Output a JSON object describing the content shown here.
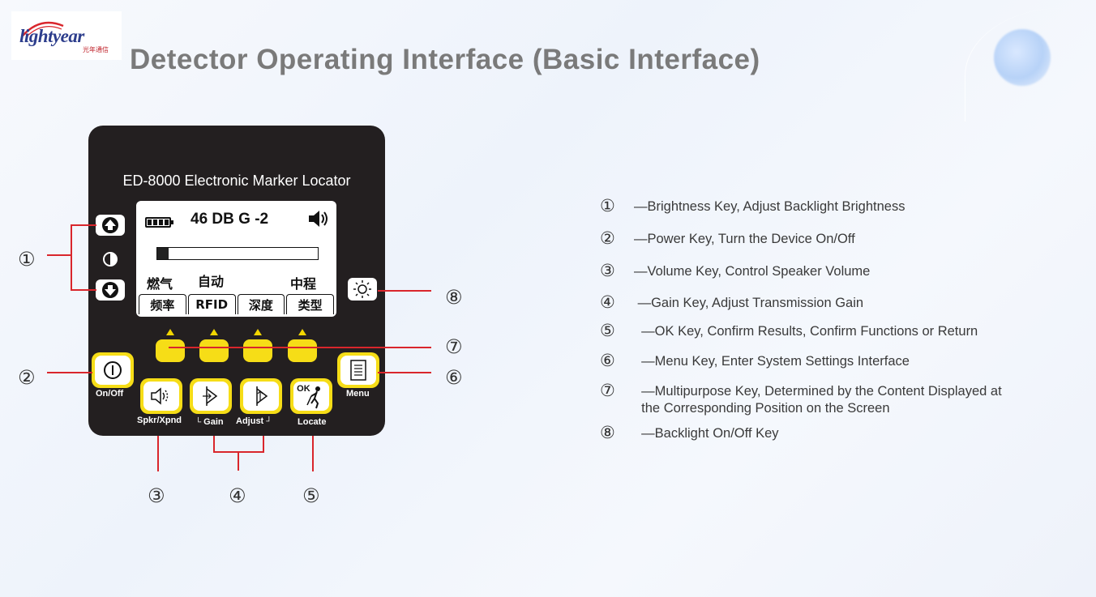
{
  "logo": {
    "text": "lightyear",
    "subtext": "光年通信"
  },
  "title": "Detector Operating Interface (Basic Interface)",
  "device": {
    "model": "ED-8000 Electronic Marker Locator",
    "screen": {
      "readout": "46 DB  G -2",
      "signal_fraction": 0.07,
      "row_left1": "燃气",
      "row_left2": "自动",
      "row_right": "中程",
      "softkeys": [
        "频率",
        "RFID",
        "深度",
        "类型"
      ]
    },
    "labels": {
      "onoff": "On/Off",
      "menu": "Menu",
      "spkr": "Spkr/Xpnd",
      "gain": "Gain",
      "adjust": "Adjust",
      "locate": "Locate",
      "ok": "OK"
    }
  },
  "callouts": {
    "c1": "①",
    "c2": "②",
    "c3": "③",
    "c4": "④",
    "c5": "⑤",
    "c6": "⑥",
    "c7": "⑦",
    "c8": "⑧"
  },
  "legend": [
    {
      "num": "①",
      "text": "—Brightness Key, Adjust Backlight Brightness"
    },
    {
      "num": "②",
      "text": "—Power Key, Turn the Device On/Off"
    },
    {
      "num": "③",
      "text": "—Volume Key, Control Speaker Volume"
    },
    {
      "num": "④",
      "text": " —Gain Key, Adjust Transmission Gain"
    },
    {
      "num": "⑤",
      "text": "  —OK Key, Confirm Results, Confirm Functions or Return"
    },
    {
      "num": "⑥",
      "text": "  —Menu Key, Enter System Settings Interface"
    },
    {
      "num": "⑦",
      "text": "  —Multipurpose Key, Determined by the Content Displayed at",
      "text2": "  the Corresponding Position on the Screen"
    },
    {
      "num": "⑧",
      "text": "  —Backlight On/Off Key"
    }
  ],
  "colors": {
    "accent_line": "#d9262c",
    "key_yellow": "#f6dd17",
    "device_body": "#231f20"
  }
}
